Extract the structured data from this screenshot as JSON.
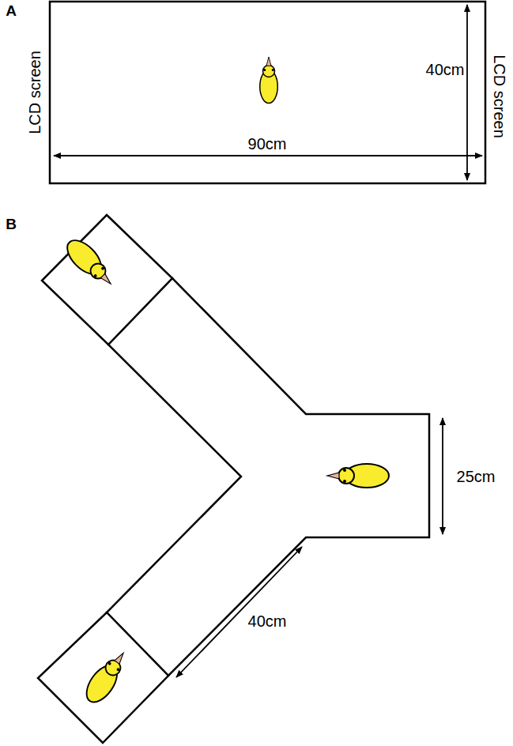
{
  "diagram": {
    "labels": [
      "A",
      "LCD screen",
      "40cm",
      "90cm",
      "LCD screen",
      "B",
      "25cm",
      "40cm"
    ]
  }
}
